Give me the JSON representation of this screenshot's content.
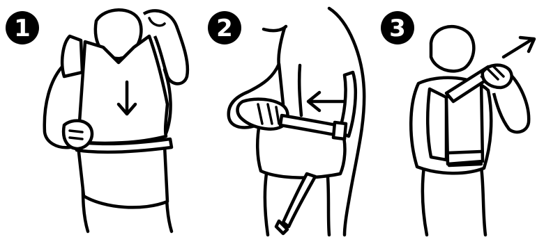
{
  "steps": [
    {
      "number": "1",
      "arrow_icon": "down-arrow-icon"
    },
    {
      "number": "2",
      "arrow_icon": "left-arrow-icon"
    },
    {
      "number": "3",
      "arrow_icon": "up-right-arrow-icon"
    }
  ],
  "colors": {
    "ink": "#000000",
    "paper": "#ffffff"
  }
}
